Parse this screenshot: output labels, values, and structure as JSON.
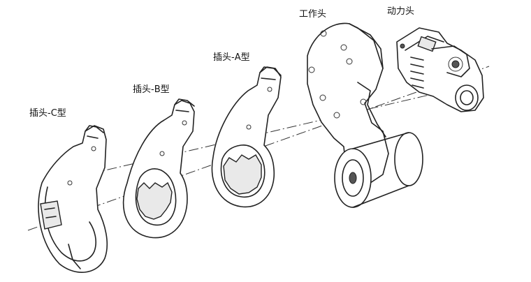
{
  "labels": {
    "c_type": "插头-C型",
    "b_type": "插头-B型",
    "a_type": "插头-A型",
    "work_head": "工作头",
    "power_head": "动力头"
  },
  "colors": {
    "line": "#222222",
    "background": "#ffffff"
  }
}
